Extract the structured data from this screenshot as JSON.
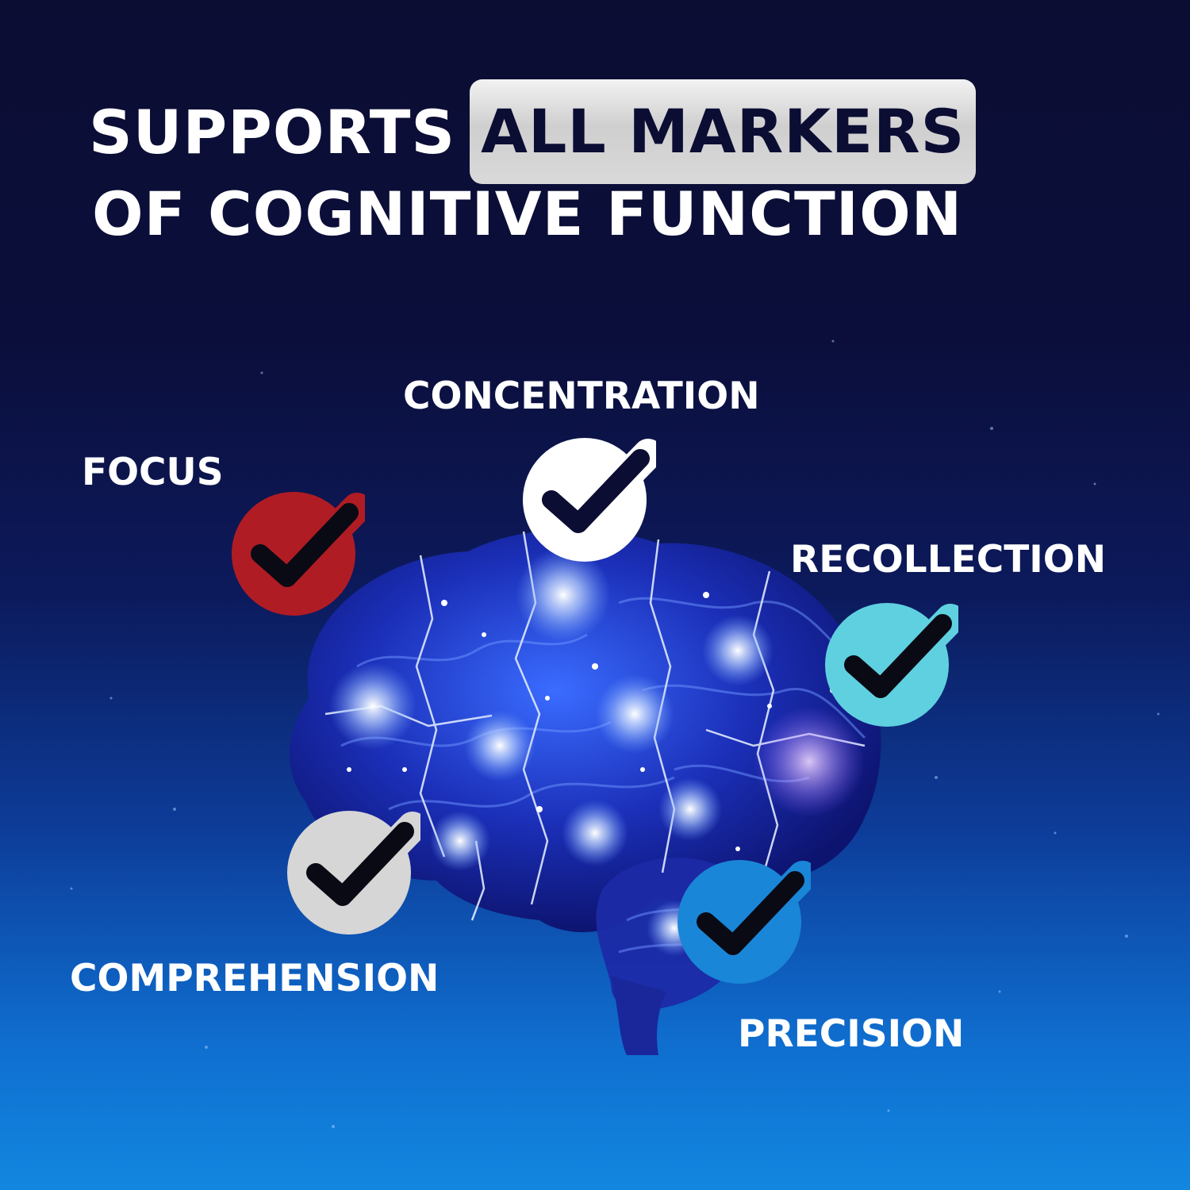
{
  "headline": {
    "part1": "SUPPORTS",
    "highlight": "ALL MARKERS",
    "line2": "OF COGNITIVE FUNCTION"
  },
  "markers": [
    {
      "label": "CONCENTRATION",
      "badge_color": "#ffffff"
    },
    {
      "label": "FOCUS",
      "badge_color": "#b01c24"
    },
    {
      "label": "RECOLLECTION",
      "badge_color": "#5fd0e0"
    },
    {
      "label": "COMPREHENSION",
      "badge_color": "#d6d6d6"
    },
    {
      "label": "PRECISION",
      "badge_color": "#1a86d8"
    }
  ],
  "colors": {
    "background_top": "#0b0d33",
    "background_bottom": "#1287e0",
    "check": "#0a0a14",
    "pill": "#d9d9d9"
  },
  "icons": {
    "brain": "glowing-brain-icon",
    "check": "checkmark-icon"
  }
}
